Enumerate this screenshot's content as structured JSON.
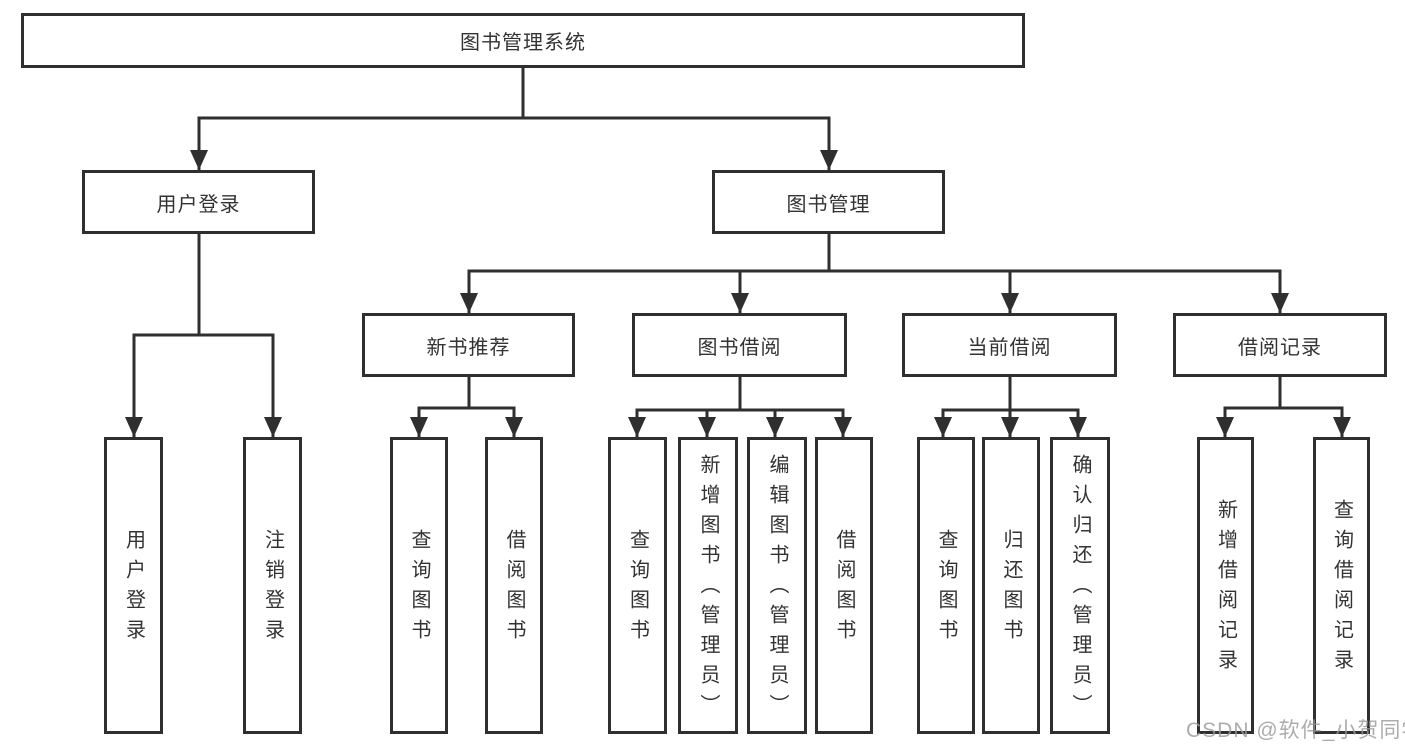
{
  "tree": {
    "root": {
      "label": "图书管理系统"
    },
    "branches": [
      {
        "label": "用户登录",
        "children": [
          {
            "label": "用户登录"
          },
          {
            "label": "注销登录"
          }
        ]
      },
      {
        "label": "图书管理",
        "children": [
          {
            "label": "新书推荐",
            "children": [
              {
                "label": "查询图书"
              },
              {
                "label": "借阅图书"
              }
            ]
          },
          {
            "label": "图书借阅",
            "children": [
              {
                "label": "查询图书"
              },
              {
                "label": "新增图书（管理员）"
              },
              {
                "label": "编辑图书（管理员）"
              },
              {
                "label": "借阅图书"
              }
            ]
          },
          {
            "label": "当前借阅",
            "children": [
              {
                "label": "查询图书"
              },
              {
                "label": "归还图书"
              },
              {
                "label": "确认归还（管理员）"
              }
            ]
          },
          {
            "label": "借阅记录",
            "children": [
              {
                "label": "新增借阅记录"
              },
              {
                "label": "查询借阅记录"
              }
            ]
          }
        ]
      }
    ]
  },
  "watermark": {
    "text": "CSDN @软件_小贺同学"
  },
  "colors": {
    "line": "#2f2f2f",
    "text": "#333333",
    "background": "#ffffff",
    "watermark": "#9b9b9b"
  }
}
